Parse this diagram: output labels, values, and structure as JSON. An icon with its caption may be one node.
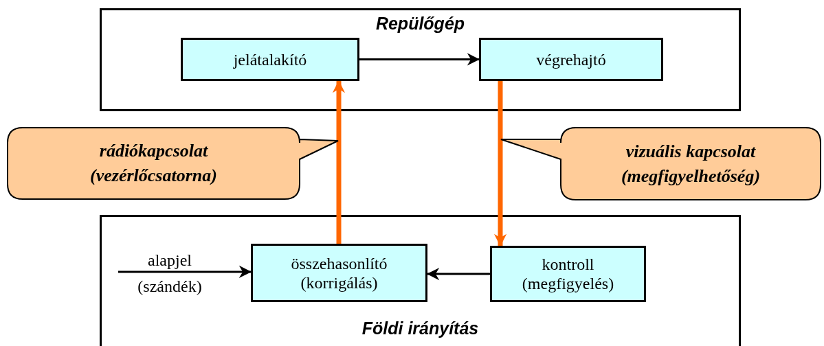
{
  "diagram": {
    "nodes": [
      {
        "text": [
          "Repülőgép"
        ]
      },
      {
        "text": [
          "jelátalakító"
        ],
        "in": 0
      },
      {
        "text": [
          "végrehajtó"
        ],
        "in": 0
      },
      {
        "text": [
          "rádiókapcsolat (vezérlőcsatorna)"
        ]
      },
      {
        "text": [
          "vizuális kapcsolat (megfigyelhetőség)"
        ]
      },
      {
        "text": [
          "Földi irányítás"
        ]
      },
      {
        "text": [
          "összehasonlító (korrigálás)"
        ],
        "in": 5
      },
      {
        "text": [
          "kontroll (megfigyelés)"
        ],
        "in": 5
      }
    ],
    "edges": [
      {
        "from": 1,
        "to": 2,
        "arrow": "to"
      },
      {
        "from": 6,
        "to": 1,
        "arrow": "to",
        "style": "thick",
        "color": "#ff6600"
      },
      {
        "from": 2,
        "to": 7,
        "arrow": "to",
        "style": "thick",
        "color": "#ff6600"
      },
      {
        "from": 7,
        "to": 6,
        "arrow": "to"
      },
      {
        "from": null,
        "to": 6,
        "arrow": "to",
        "label": "alapjel (szándék)"
      }
    ]
  }
}
